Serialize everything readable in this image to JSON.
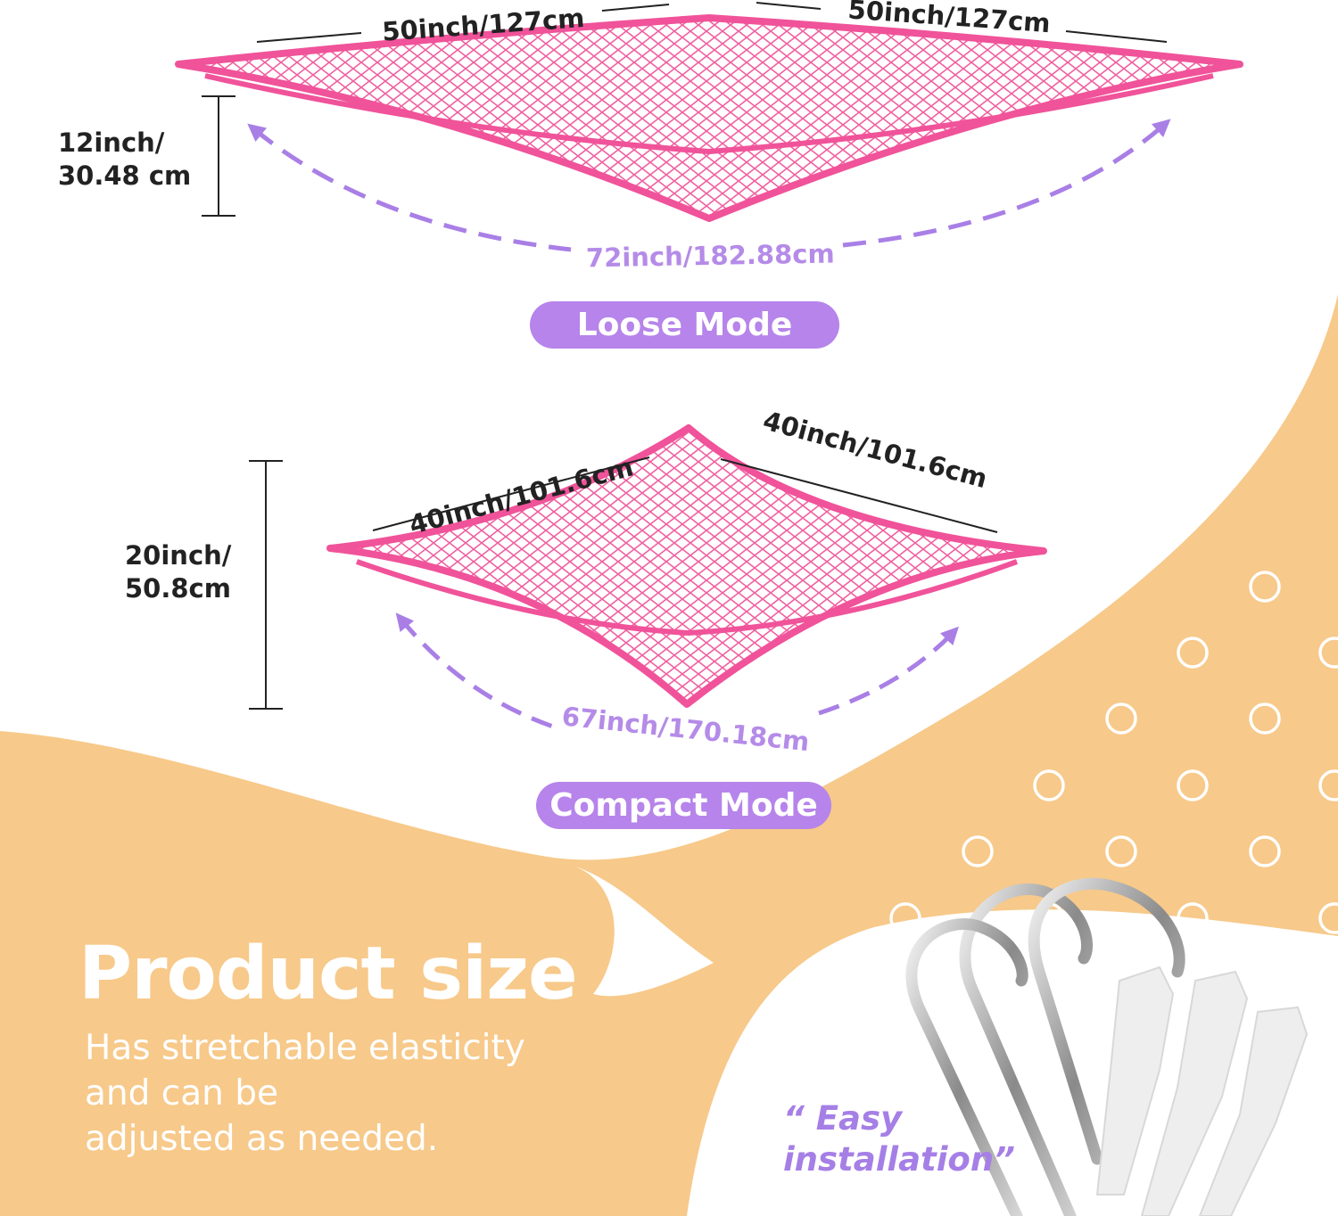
{
  "loose": {
    "side_left": "50inch/127cm",
    "side_right": "50inch/127cm",
    "height_line1": "12inch/",
    "height_line2": "30.48 cm",
    "span": "72inch/182.88cm",
    "mode_label": "Loose Mode"
  },
  "compact": {
    "side_left": "40inch/101.6cm",
    "side_right": "40inch/101.6cm",
    "height_line1": "20inch/",
    "height_line2": "50.8cm",
    "span": "67inch/170.18cm",
    "mode_label": "Compact Mode"
  },
  "product": {
    "title": "Product size",
    "sub1": "Has stretchable elasticity",
    "sub2": "and can be",
    "sub3": "adjusted as needed."
  },
  "easy": {
    "line1": "“ Easy",
    "line2": "installation”"
  },
  "colors": {
    "net": "#f0539a",
    "purple": "#b684ea",
    "orange": "#f7c98a"
  }
}
